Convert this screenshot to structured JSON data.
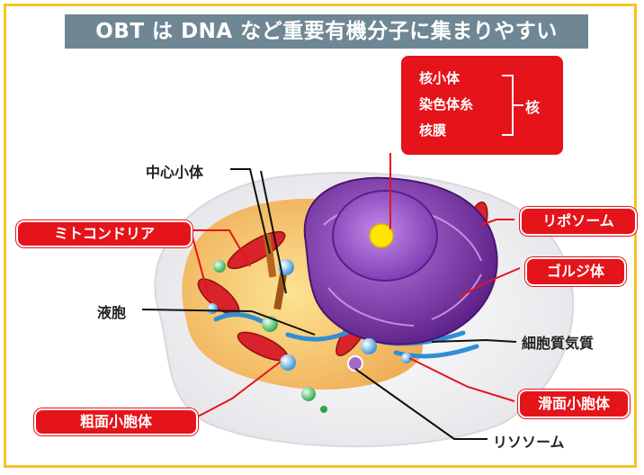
{
  "title": "OBT は DNA など重要有機分子に集まりやすい",
  "nucleus": {
    "items": [
      "核小体",
      "染色体糸",
      "核膜"
    ],
    "group_label": "核"
  },
  "labels": {
    "centrosome": "中心小体",
    "mitochondria": "ミトコンドリア",
    "vacuole": "液胞",
    "rough_er": "粗面小胞体",
    "lysosome": "リポソーム",
    "golgi": "ゴルジ体",
    "cytoplasm": "細胞質気質",
    "smooth_er": "滑面小胞体",
    "ribosome": "リソソーム"
  },
  "colors": {
    "label_red": "#e5141a",
    "title_bg": "#6f8794",
    "frame": "#f3c623",
    "nucleus": "#8a3fb8",
    "nucleolus": "#ffe500",
    "cytoplasm": "#f6c95a"
  }
}
